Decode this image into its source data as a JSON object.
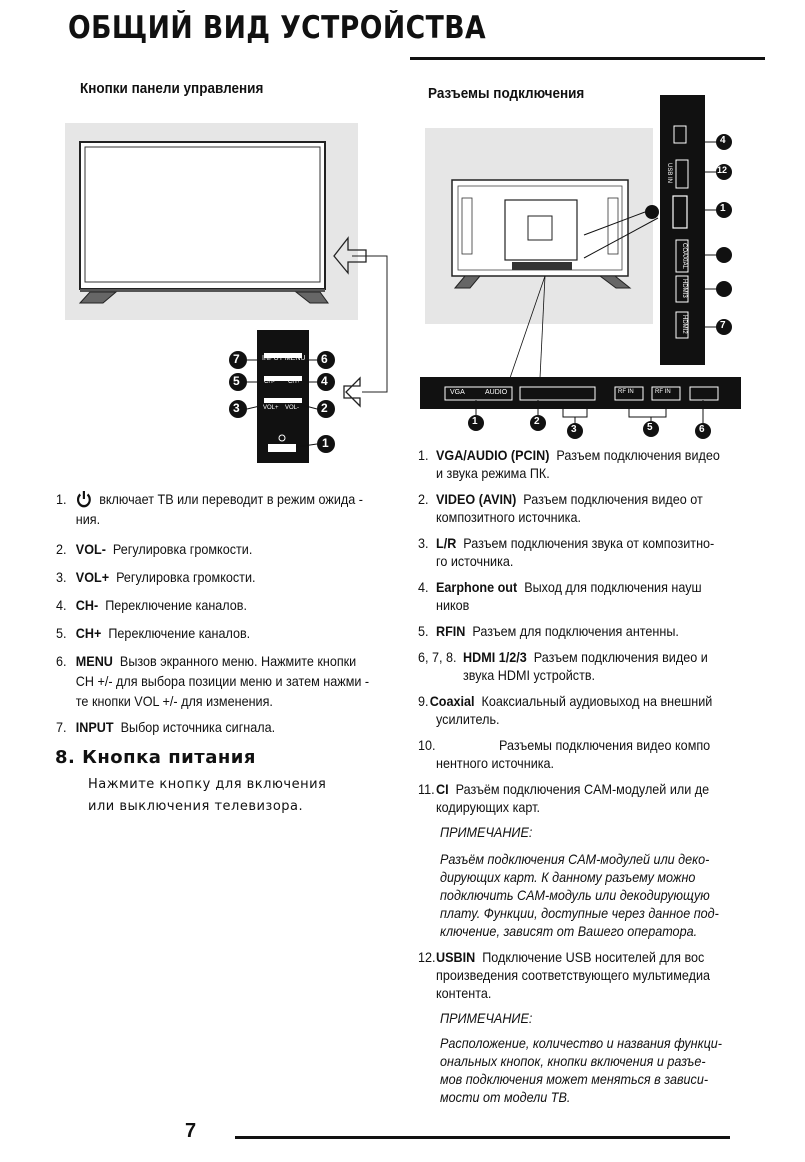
{
  "header": {
    "title": "ОБЩИЙ ВИД УСТРОЙСТВА"
  },
  "left": {
    "heading": "Кнопки панели управления",
    "panel_labels": {
      "input_menu": "INPUT  MENU",
      "ch_minus": "CH-",
      "ch_plus": "CH+",
      "vol_plus": "VOL+",
      "vol_minus": "VOL-"
    },
    "callouts": [
      "7",
      "6",
      "5",
      "4",
      "3",
      "2",
      "1"
    ],
    "items": [
      {
        "num": "1.",
        "line1": "включает ТВ или переводит в режим ожида -",
        "line2": "ния."
      },
      {
        "num": "2.",
        "key": "VOL-",
        "text": "Регулировка громкости."
      },
      {
        "num": "3.",
        "key": "VOL+",
        "text": "Регулировка громкости."
      },
      {
        "num": "4.",
        "key": "CH-",
        "text": "Переключение каналов."
      },
      {
        "num": "5.",
        "key": "CH+",
        "text": "Переключение каналов."
      },
      {
        "num": "6.",
        "key": "MENU",
        "text": "Вызов экранного меню. Нажмите кнопки",
        "line2": "CH +/- для выбора позиции меню и затем нажми -",
        "line3": "те кнопки VOL +/- для изменения."
      },
      {
        "num": "7.",
        "key": "INPUT",
        "text": "Выбор источника сигнала."
      }
    ],
    "power": {
      "heading": "8.  Кнопка питания",
      "line1": "Нажмите кнопку для включения",
      "line2": "или выключения  телевизора."
    }
  },
  "right": {
    "heading": "Разъемы подключения",
    "port_labels": {
      "vga": "VGA",
      "audio": "AUDIO",
      "rf_in_1": "RF IN",
      "rf_in_2": "RF IN",
      "usb_in": "USB IN",
      "coaxial": "COAXIAL",
      "hdmi3": "HDMI3",
      "hdmi2": "HDMI2"
    },
    "bottom_callouts": [
      "1",
      "2",
      "3",
      "5",
      "6"
    ],
    "side_callouts": [
      "4",
      "12",
      "1",
      "7"
    ],
    "items": [
      {
        "num": "1.",
        "key": "VGA/AUDIO (PCIN)",
        "text": "Разъем подключения видео",
        "line2": "и звука режима ПК."
      },
      {
        "num": "2.",
        "key": "VIDEO (AVIN)",
        "text": "Разъем подключения видео от",
        "line2": "композитного источника."
      },
      {
        "num": "3.",
        "key": "L/R",
        "text": "Разъем подключения звука от композитно-",
        "line2": "го источника."
      },
      {
        "num": "4.",
        "key": "Earphone out",
        "text": "Выход для подключения науш",
        "line2": "ников"
      },
      {
        "num": "5.",
        "key": "RFIN",
        "text": "Разъем для подключения антенны."
      },
      {
        "num": "6, 7, 8.",
        "key": "HDMI 1/2/3",
        "text": "Разъем подключения видео и",
        "line2": "звука HDMI устройств."
      },
      {
        "num": "9.",
        "key": "Coaxial",
        "text": "Коаксиальный аудиовыход на внешний",
        "line2": "усилитель."
      },
      {
        "num": "10.",
        "text": "Разъемы подключения видео компо",
        "line2": "нентного источника."
      },
      {
        "num": "11.",
        "key": "CI",
        "text": "Разъём подключения CAM-модулей или де",
        "line2": "кодирующих карт."
      },
      {
        "num": "12.",
        "key": "USBIN",
        "text": "Подключение USB носителей для вос",
        "line2": "произведения  соответствующего  мультимедиа",
        "line3": "контента."
      }
    ],
    "note1": {
      "heading": "ПРИМЕЧАНИЕ:",
      "lines": [
        "Разъём подключения CAM-модулей или деко-",
        "дирующих карт. К данному разъему можно",
        "подключить CAM-модуль или декодирующую",
        "плату. Функции, доступные через данное под-",
        "ключение, зависят от Вашего оператора."
      ]
    },
    "note2": {
      "heading": "ПРИМЕЧАНИЕ:",
      "lines": [
        "Расположение, количество и названия функци-",
        "ональных кнопок, кнопки включения и разъе-",
        "мов подключения может меняться в зависи-",
        "мости от модели ТВ."
      ]
    }
  },
  "footer": {
    "page_number": "7"
  }
}
